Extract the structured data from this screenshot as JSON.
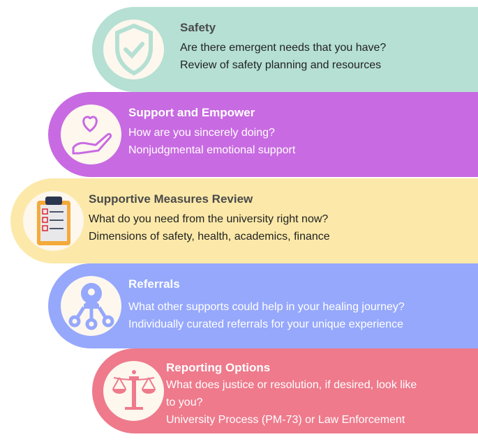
{
  "steps": [
    {
      "title": "Safety",
      "lines": [
        "Are there emergent needs that you have?",
        "Review of safety planning and resources"
      ],
      "icon": "shield-check-icon",
      "color": "#b5e0d3"
    },
    {
      "title": "Support and Empower",
      "lines": [
        "How are you sincerely doing?",
        "Nonjudgmental emotional support"
      ],
      "icon": "heart-hand-icon",
      "color": "#c86ae2"
    },
    {
      "title": "Supportive Measures Review",
      "lines": [
        "What do you need from the university right now?",
        "Dimensions of safety, health, academics, finance"
      ],
      "icon": "clipboard-checklist-icon",
      "color": "#fce9a9"
    },
    {
      "title": "Referrals",
      "lines": [
        "What other supports could help in your healing journey?",
        "Individually curated referrals for your unique experience"
      ],
      "icon": "network-person-icon",
      "color": "#96a8fc"
    },
    {
      "title": "Reporting Options",
      "lines": [
        "What does justice or resolution, if desired, look like",
        "to you?",
        "University Process (PM-73) or Law Enforcement"
      ],
      "icon": "scales-icon",
      "color": "#ee7a8c"
    }
  ]
}
